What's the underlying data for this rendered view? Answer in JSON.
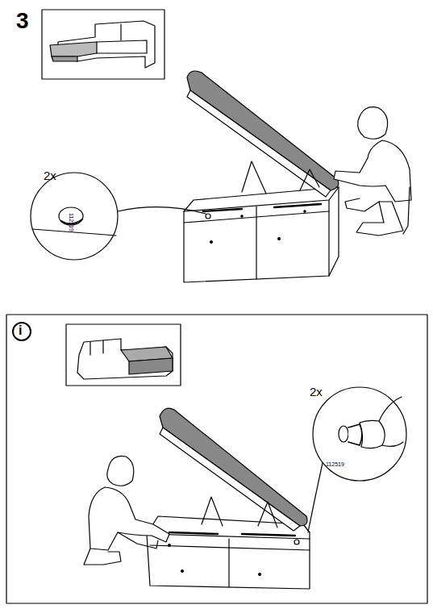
{
  "diagram": {
    "labels": [
      "3",
      "2x",
      "112519",
      "i",
      "2x",
      "112519"
    ]
  }
}
